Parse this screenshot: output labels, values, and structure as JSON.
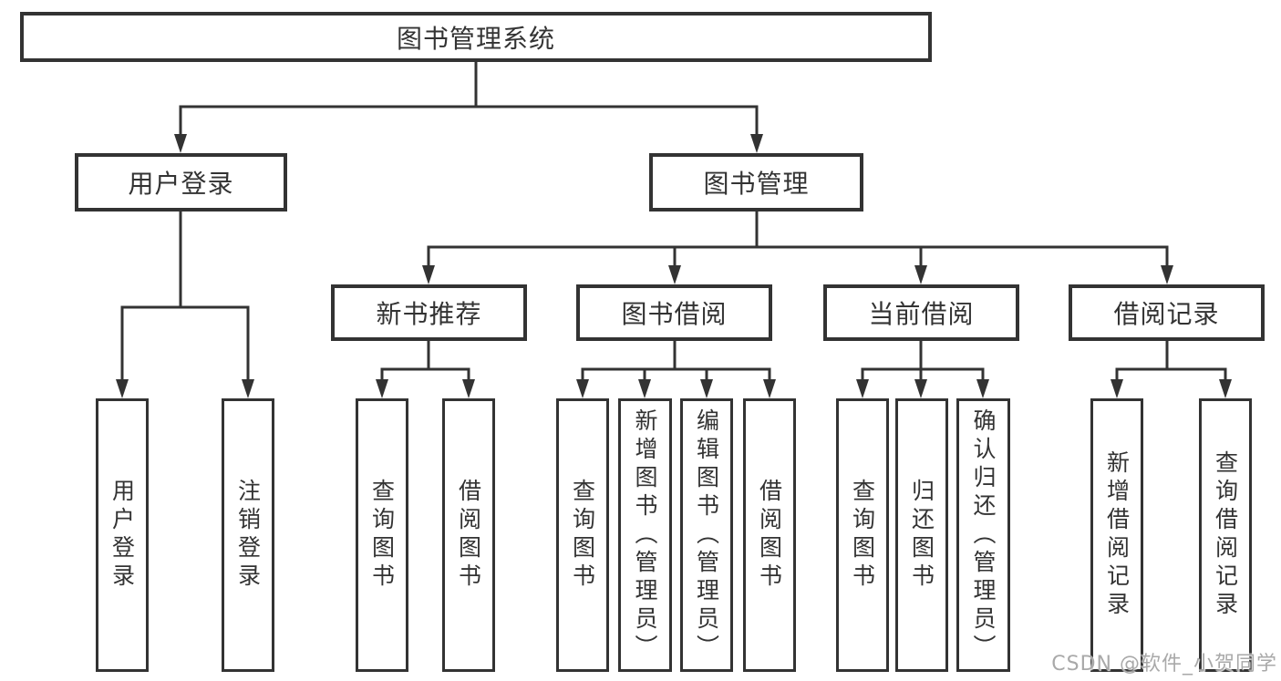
{
  "diagram": {
    "root": {
      "label": "图书管理系统",
      "children": [
        {
          "label": "用户登录",
          "children": [
            {
              "label": "用户登录"
            },
            {
              "label": "注销登录"
            }
          ]
        },
        {
          "label": "图书管理",
          "children": [
            {
              "label": "新书推荐",
              "children": [
                {
                  "label": "查询图书"
                },
                {
                  "label": "借阅图书"
                }
              ]
            },
            {
              "label": "图书借阅",
              "children": [
                {
                  "label": "查询图书"
                },
                {
                  "label": "新增图书（管理员）"
                },
                {
                  "label": "编辑图书（管理员）"
                },
                {
                  "label": "借阅图书"
                }
              ]
            },
            {
              "label": "当前借阅",
              "children": [
                {
                  "label": "查询图书"
                },
                {
                  "label": "归还图书"
                },
                {
                  "label": "确认归还（管理员）"
                }
              ]
            },
            {
              "label": "借阅记录",
              "children": [
                {
                  "label": "新增借阅记录"
                },
                {
                  "label": "查询借阅记录"
                }
              ]
            }
          ]
        }
      ]
    }
  },
  "watermark": {
    "text": "CSDN @软件_小贺同学"
  },
  "colors": {
    "line": "#333333",
    "box_border": "#333333",
    "text": "#333333",
    "background": "#ffffff",
    "watermark": "#a9a9a9"
  }
}
